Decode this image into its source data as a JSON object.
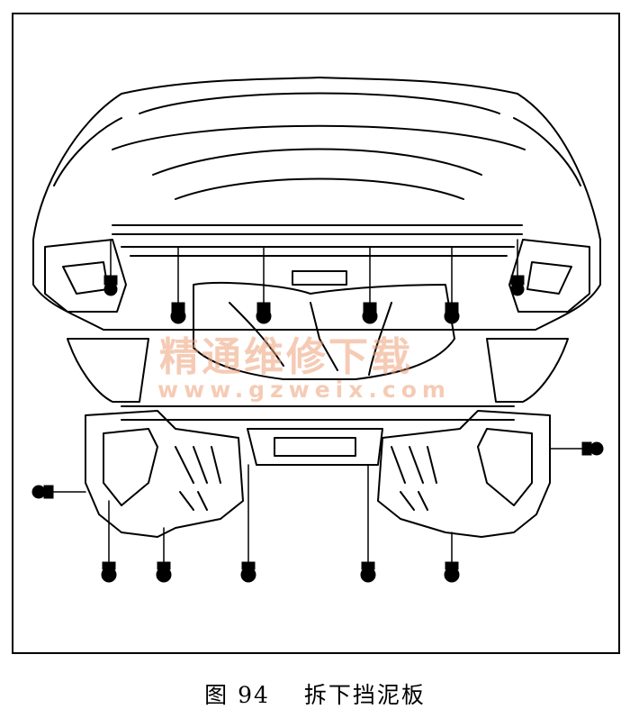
{
  "figure": {
    "label": "图 94",
    "title": "拆下挡泥板"
  },
  "watermark": {
    "title": "精通维修下载",
    "url": "www.gzweix.com"
  },
  "colors": {
    "line": "#000000",
    "watermark": "#eca078",
    "background": "#ffffff"
  }
}
